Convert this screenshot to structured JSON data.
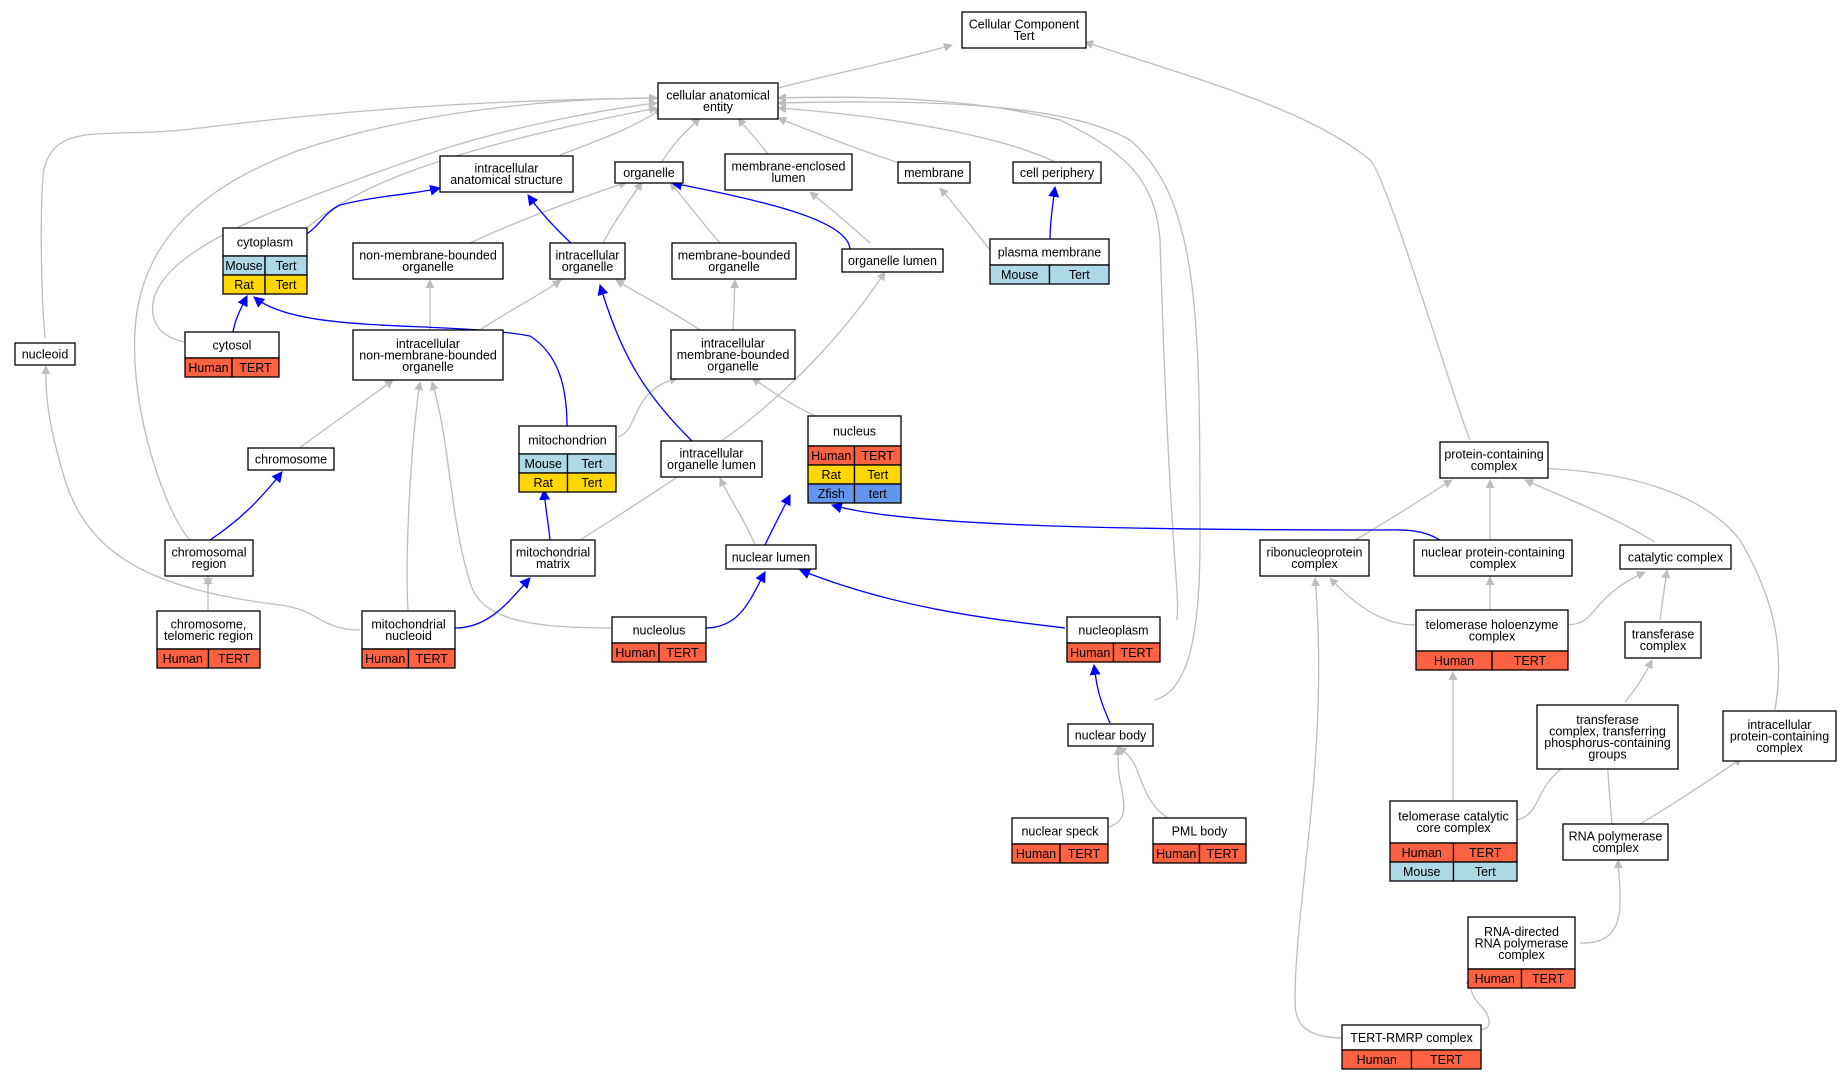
{
  "colors": {
    "Human": "#fd6243",
    "Mouse": "#add8e6",
    "Rat": "#ffd700",
    "Zfish": "#6495ed",
    "edge_gray": "#bdbdbd",
    "edge_blue": "#0000ff"
  },
  "nodes": [
    {
      "id": "cc",
      "lines": [
        "Cellular Component",
        "Tert"
      ]
    },
    {
      "id": "cae",
      "lines": [
        "cellular anatomical",
        "entity"
      ]
    },
    {
      "id": "ias",
      "lines": [
        "intracellular",
        "anatomical structure"
      ]
    },
    {
      "id": "org",
      "lines": [
        "organelle"
      ]
    },
    {
      "id": "mel",
      "lines": [
        "membrane-enclosed",
        "lumen"
      ]
    },
    {
      "id": "mem",
      "lines": [
        "membrane"
      ]
    },
    {
      "id": "cp",
      "lines": [
        "cell periphery"
      ]
    },
    {
      "id": "cyto",
      "lines": [
        "cytoplasm"
      ],
      "rows": [
        [
          "Mouse",
          "Tert"
        ],
        [
          "Rat",
          "Tert"
        ]
      ]
    },
    {
      "id": "nmbo",
      "lines": [
        "non-membrane-bounded",
        "organelle"
      ]
    },
    {
      "id": "io",
      "lines": [
        "intracellular",
        "organelle"
      ]
    },
    {
      "id": "mbo",
      "lines": [
        "membrane-bounded",
        "organelle"
      ]
    },
    {
      "id": "ol",
      "lines": [
        "organelle lumen"
      ]
    },
    {
      "id": "pm",
      "lines": [
        "plasma membrane"
      ],
      "rows": [
        [
          "Mouse",
          "Tert"
        ]
      ]
    },
    {
      "id": "nucleoid",
      "lines": [
        "nucleoid"
      ]
    },
    {
      "id": "cytosol",
      "lines": [
        "cytosol"
      ],
      "rows": [
        [
          "Human",
          "TERT"
        ]
      ]
    },
    {
      "id": "inmbo",
      "lines": [
        "intracellular",
        "non-membrane-bounded",
        "organelle"
      ]
    },
    {
      "id": "imbo",
      "lines": [
        "intracellular",
        "membrane-bounded",
        "organelle"
      ]
    },
    {
      "id": "mito",
      "lines": [
        "mitochondrion"
      ],
      "rows": [
        [
          "Mouse",
          "Tert"
        ],
        [
          "Rat",
          "Tert"
        ]
      ]
    },
    {
      "id": "nucleus",
      "lines": [
        "nucleus"
      ],
      "rows": [
        [
          "Human",
          "TERT"
        ],
        [
          "Rat",
          "Tert"
        ],
        [
          "Zfish",
          "tert"
        ]
      ]
    },
    {
      "id": "chrom",
      "lines": [
        "chromosome"
      ]
    },
    {
      "id": "iol",
      "lines": [
        "intracellular",
        "organelle lumen"
      ]
    },
    {
      "id": "pcc",
      "lines": [
        "protein-containing",
        "complex"
      ]
    },
    {
      "id": "chromreg",
      "lines": [
        "chromosomal",
        "region"
      ]
    },
    {
      "id": "mm",
      "lines": [
        "mitochondrial",
        "matrix"
      ]
    },
    {
      "id": "nl",
      "lines": [
        "nuclear lumen"
      ]
    },
    {
      "id": "rnp",
      "lines": [
        "ribonucleoprotein",
        "complex"
      ]
    },
    {
      "id": "npcc",
      "lines": [
        "nuclear protein-containing",
        "complex"
      ]
    },
    {
      "id": "catc",
      "lines": [
        "catalytic complex"
      ]
    },
    {
      "id": "ctr",
      "lines": [
        "chromosome,",
        "telomeric region"
      ],
      "rows": [
        [
          "Human",
          "TERT"
        ]
      ]
    },
    {
      "id": "mn",
      "lines": [
        "mitochondrial",
        "nucleoid"
      ],
      "rows": [
        [
          "Human",
          "TERT"
        ]
      ]
    },
    {
      "id": "nucleolus",
      "lines": [
        "nucleolus"
      ],
      "rows": [
        [
          "Human",
          "TERT"
        ]
      ]
    },
    {
      "id": "np",
      "lines": [
        "nucleoplasm"
      ],
      "rows": [
        [
          "Human",
          "TERT"
        ]
      ]
    },
    {
      "id": "thc",
      "lines": [
        "telomerase holoenzyme",
        "complex"
      ],
      "rows": [
        [
          "Human",
          "TERT"
        ]
      ]
    },
    {
      "id": "tc",
      "lines": [
        "transferase",
        "complex"
      ]
    },
    {
      "id": "nb",
      "lines": [
        "nuclear body"
      ]
    },
    {
      "id": "tcp",
      "lines": [
        "transferase",
        "complex, transferring",
        "phosphorus-containing",
        "groups"
      ]
    },
    {
      "id": "ipcc",
      "lines": [
        "intracellular",
        "protein-containing",
        "complex"
      ]
    },
    {
      "id": "ns",
      "lines": [
        "nuclear speck"
      ],
      "rows": [
        [
          "Human",
          "TERT"
        ]
      ]
    },
    {
      "id": "pml",
      "lines": [
        "PML body"
      ],
      "rows": [
        [
          "Human",
          "TERT"
        ]
      ]
    },
    {
      "id": "tccc",
      "lines": [
        "telomerase catalytic",
        "core complex"
      ],
      "rows": [
        [
          "Human",
          "TERT"
        ],
        [
          "Mouse",
          "Tert"
        ]
      ]
    },
    {
      "id": "rnapc",
      "lines": [
        "RNA polymerase",
        "complex"
      ]
    },
    {
      "id": "rdrp",
      "lines": [
        "RNA-directed",
        "RNA polymerase",
        "complex"
      ],
      "rows": [
        [
          "Human",
          "TERT"
        ]
      ]
    },
    {
      "id": "rmrp",
      "lines": [
        "TERT-RMRP complex"
      ],
      "rows": [
        [
          "Human",
          "TERT"
        ]
      ]
    }
  ]
}
